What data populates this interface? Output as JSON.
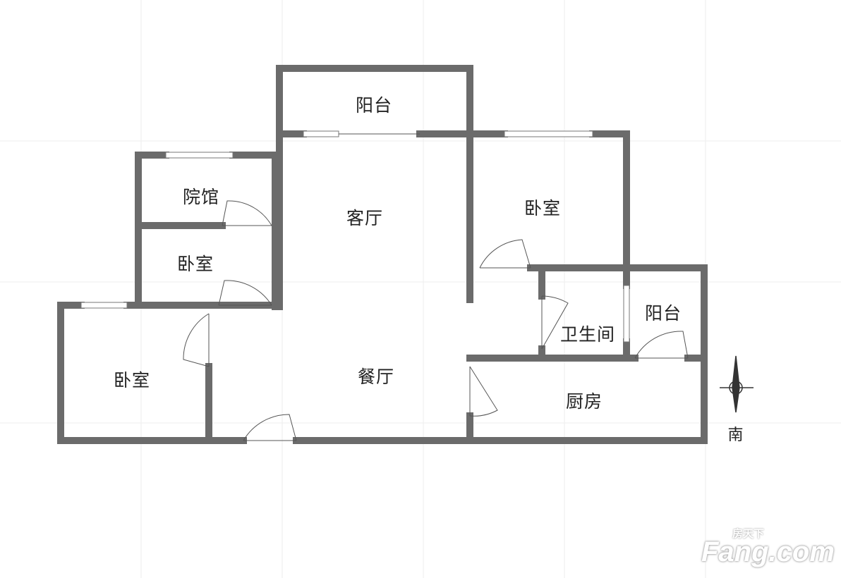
{
  "rooms": {
    "balcony_top": "阳台",
    "courtyard": "院馆",
    "living_room": "客厅",
    "bedroom_right": "卧室",
    "bedroom_small": "卧室",
    "bedroom_left": "卧室",
    "dining_room": "餐厅",
    "bathroom": "卫生间",
    "balcony_right": "阳台",
    "kitchen": "厨房"
  },
  "compass": {
    "label": "南"
  },
  "watermark": {
    "cn": "房天下",
    "en": "Fang.com"
  },
  "colors": {
    "wall": "#6b6b6b",
    "grid": "#ececec"
  }
}
